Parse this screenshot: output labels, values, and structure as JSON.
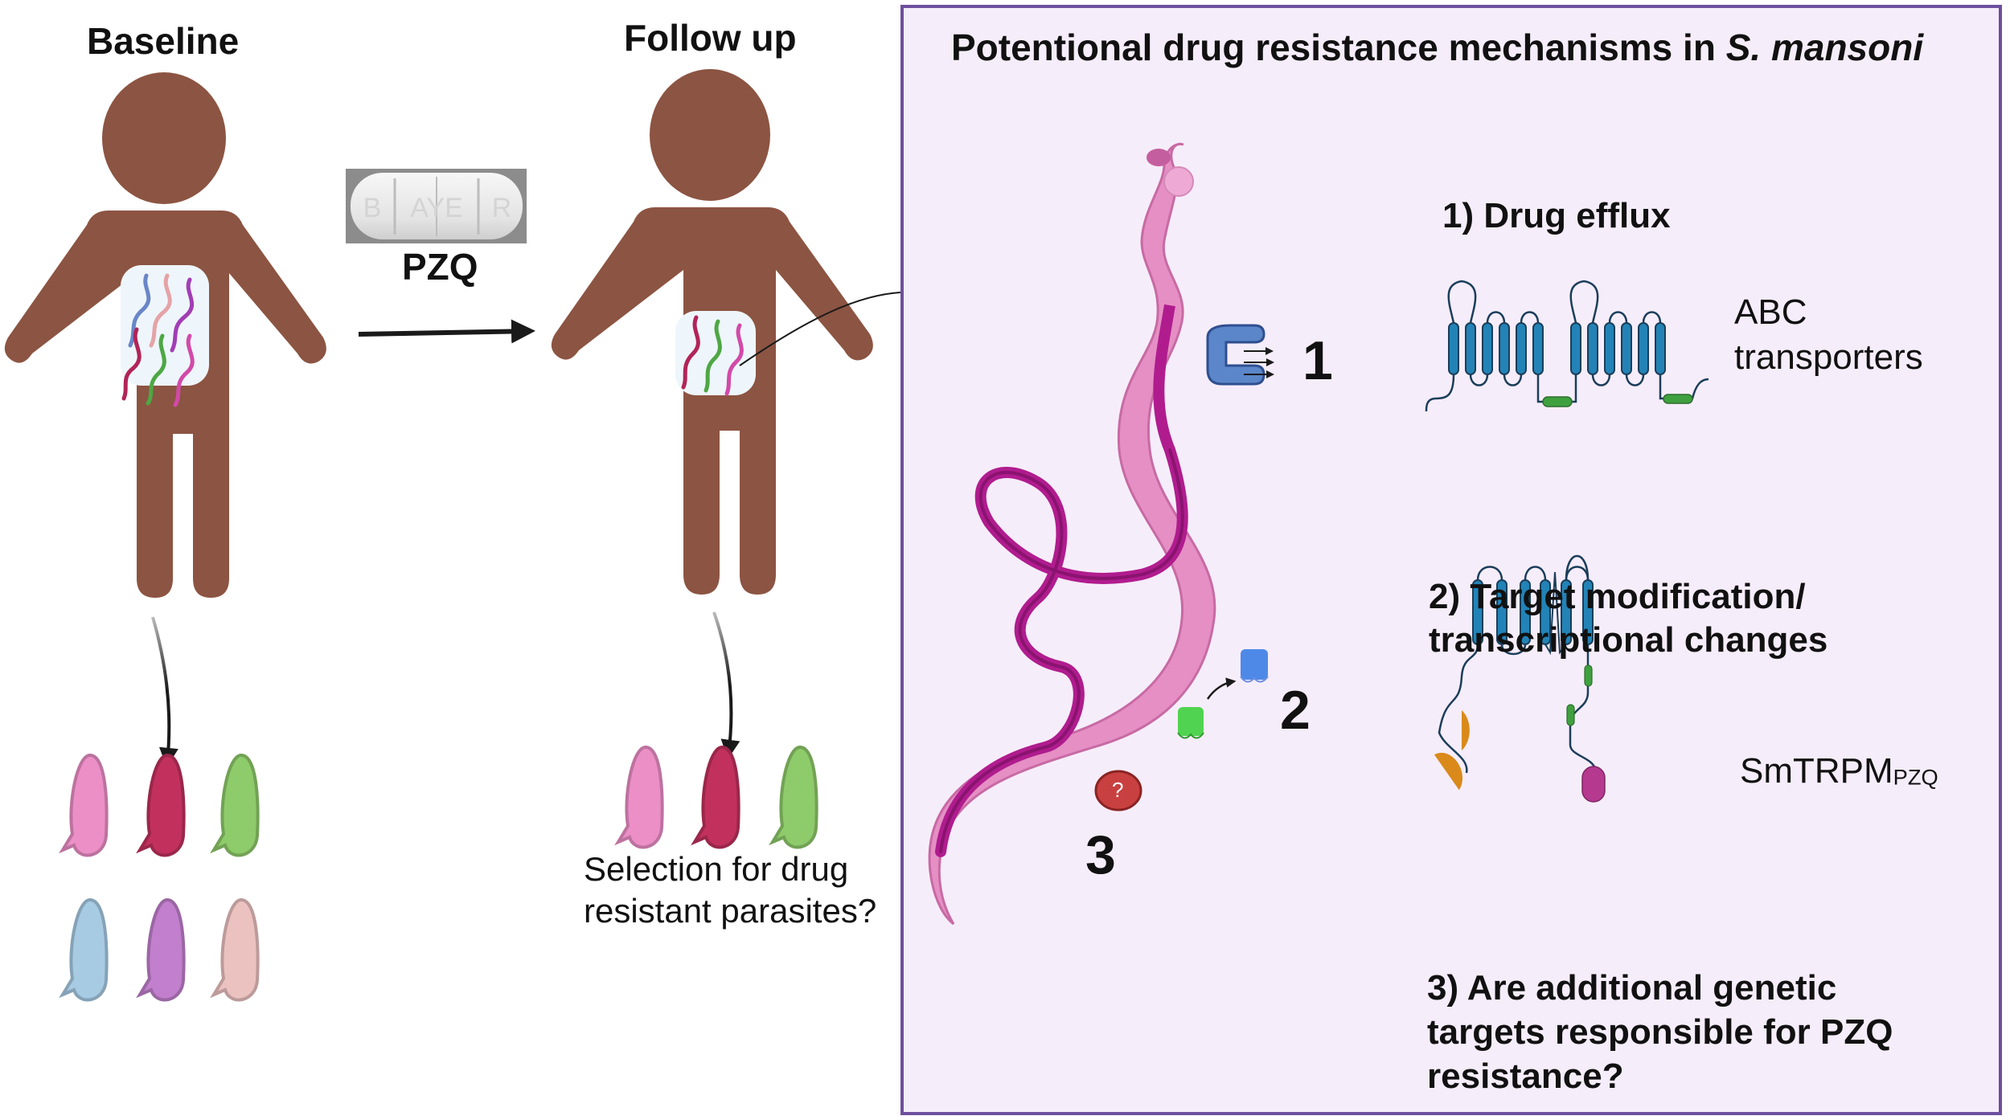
{
  "left": {
    "baseline_label": "Baseline",
    "followup_label": "Follow up",
    "drug_label": "PZQ",
    "pill_imprint": [
      "B",
      "AYE",
      "R"
    ],
    "selection_text_line1": "Selection for drug",
    "selection_text_line2": "resistant parasites?"
  },
  "panel": {
    "title_main": "Potentional drug resistance mechanisms in ",
    "title_species": "S. mansoni",
    "marker_1": "1",
    "marker_2": "2",
    "marker_3": "3",
    "question_mark": "?",
    "mech1_heading": "1) Drug efflux",
    "mech1_label_line1": "ABC",
    "mech1_label_line2": "transporters",
    "mech2_heading_line1": "2) Target modification/",
    "mech2_heading_line2": "transcriptional changes",
    "mech2_label_main": "SmTRPM",
    "mech2_label_sub": "PZQ",
    "mech3_line1": "3) Are additional genetic",
    "mech3_line2": "targets responsible for PZQ",
    "mech3_line3": "resistance?"
  },
  "colors": {
    "body": "#8c5442",
    "panel_border": "#6e4f9e",
    "panel_fill": "#f6edfb",
    "worm_pink": "#e58fc4",
    "worm_magenta": "#b01c8e",
    "transporter_blue": "#2383b6",
    "transporter_green": "#3fa03f",
    "efflux_pump": "#5b86c9",
    "question_red": "#c94040",
    "domain_orange": "#d98a1a",
    "domain_magenta": "#b5398f"
  },
  "egg_colors_baseline": [
    "#ec8fc7",
    "#c2315e",
    "#8ecb6a",
    "#a7cbe3",
    "#c27fcd",
    "#ebc2c0"
  ],
  "egg_colors_followup": [
    "#ec8fc7",
    "#c2315e",
    "#8ecb6a"
  ]
}
